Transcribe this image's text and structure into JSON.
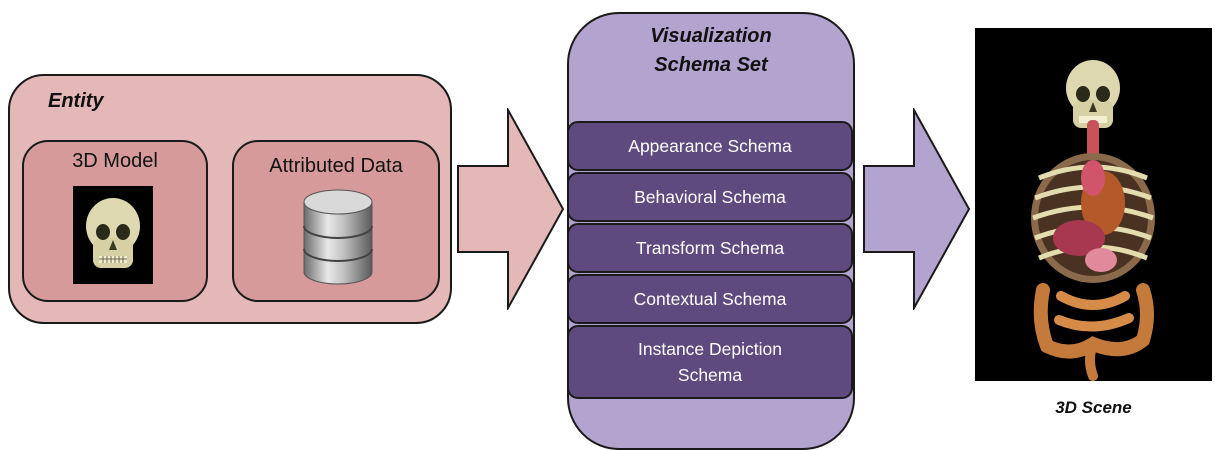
{
  "entity": {
    "title": "Entity",
    "model_label": "3D Model",
    "attributed_label": "Attributed Data"
  },
  "visualization": {
    "title_line1": "Visualization",
    "title_line2": "Schema Set",
    "schemas": [
      "Appearance Schema",
      "Behavioral Schema",
      "Transform Schema",
      "Contextual Schema",
      "Instance Depiction",
      "Schema"
    ]
  },
  "scene": {
    "caption": "3D Scene"
  },
  "colors": {
    "entity_fill": "#e5b8b8",
    "entity_inner_fill": "#d69a9a",
    "vis_fill": "#b2a3cf",
    "schema_fill": "#5e4a7e",
    "arrow_pink": "#e5b8b8",
    "arrow_purple": "#b2a3cf"
  },
  "icons": [
    "skull-icon",
    "database-icon",
    "anatomy-icon"
  ]
}
